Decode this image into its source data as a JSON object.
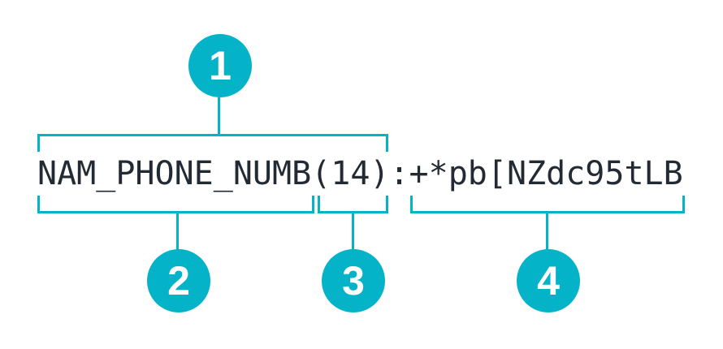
{
  "figure": {
    "code_string": {
      "full": "NAM_PHONE_NUMB(14):+*pb[NZdc95tLB",
      "segments": {
        "column_name": "NAM_PHONE_NUMB",
        "length": "(14)",
        "separator": ":",
        "masked_value": "+*pb[NZdc95tLB"
      }
    },
    "callouts": [
      {
        "label": "1",
        "spans": "NAM_PHONE_NUMB(14)"
      },
      {
        "label": "2",
        "spans": "NAM_PHONE_NUMB"
      },
      {
        "label": "3",
        "spans": "(14)"
      },
      {
        "label": "4",
        "spans": "+*pb[NZdc95tLB"
      }
    ],
    "colors": {
      "accent": "#05B3C9",
      "text": "#222A33",
      "background": "#FFFFFF",
      "callout_text": "#FFFFFF"
    }
  }
}
